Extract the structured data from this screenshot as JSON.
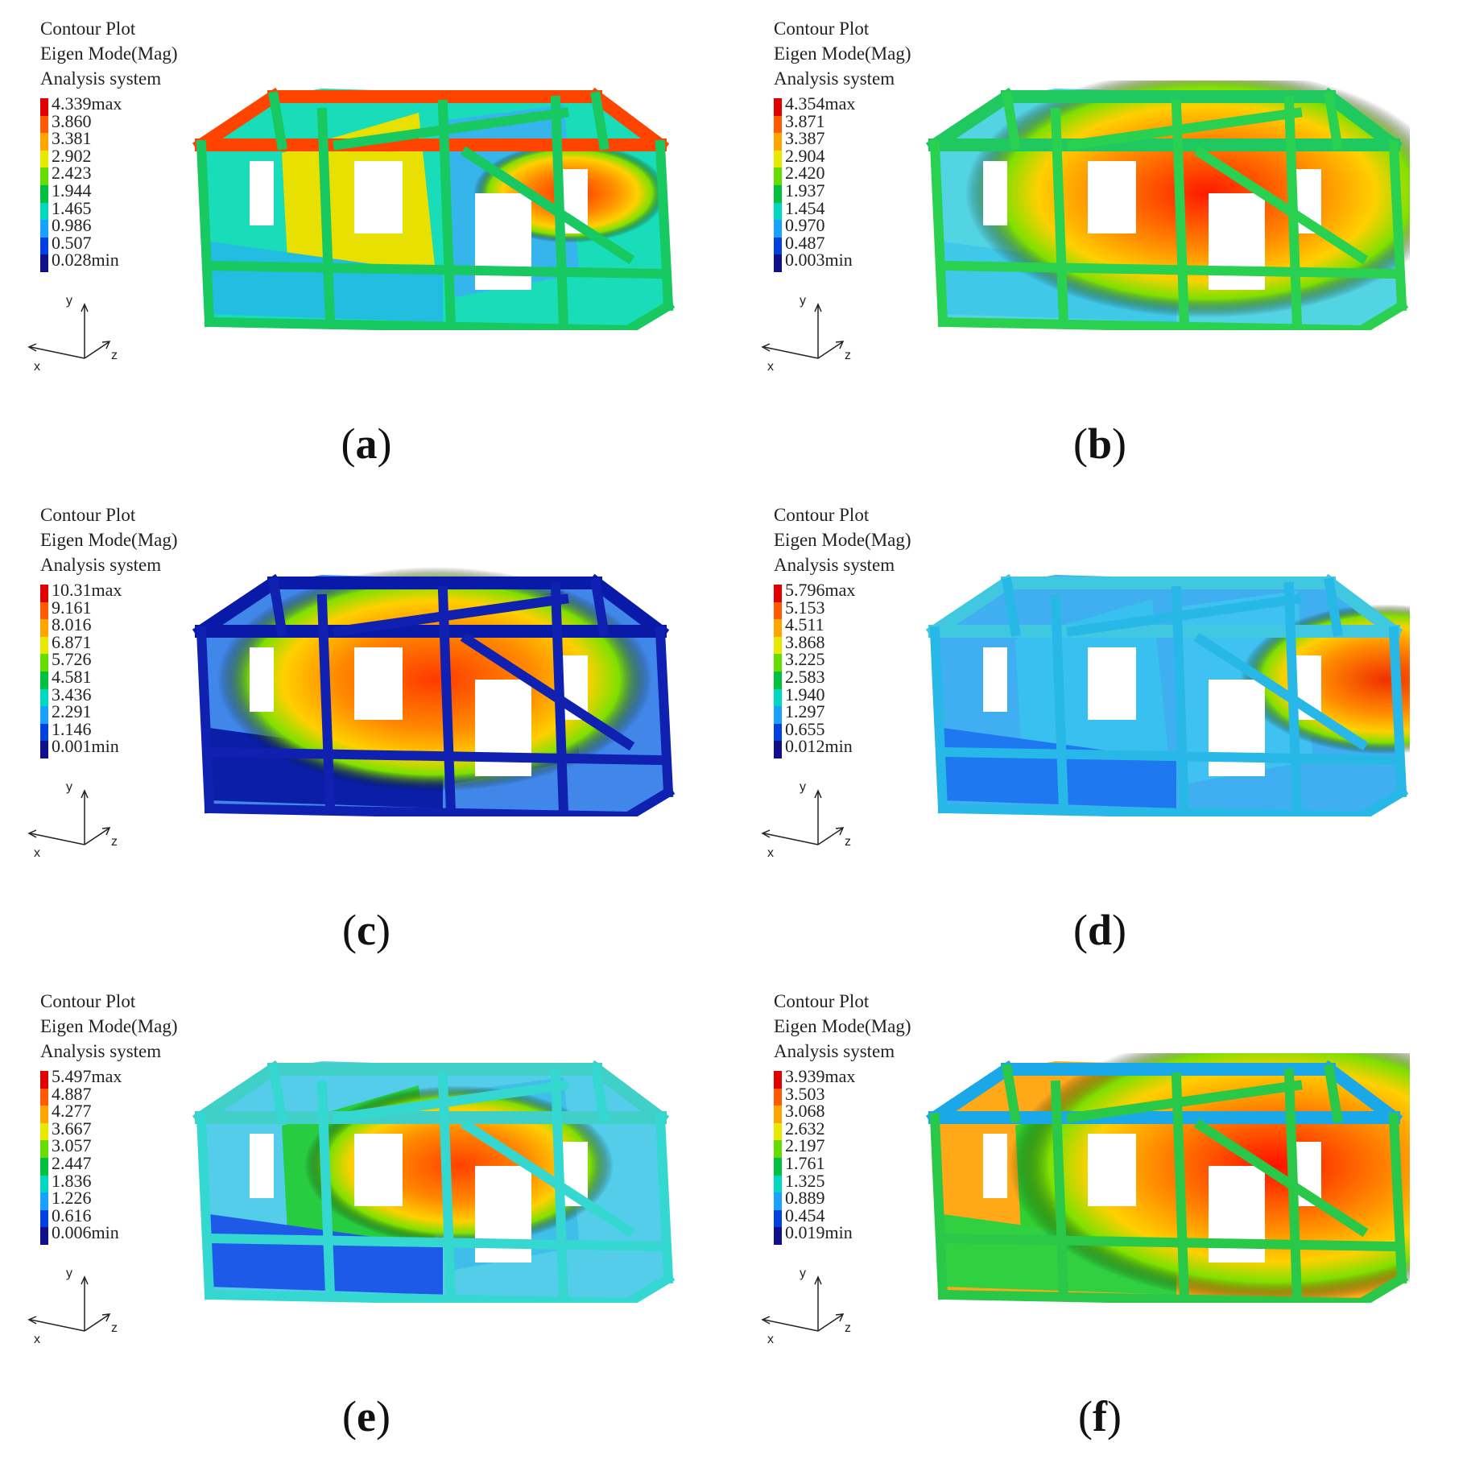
{
  "header": [
    "Contour Plot",
    "Eigen Mode(Mag)",
    "Analysis system"
  ],
  "panels": [
    {
      "caption": "a",
      "scale": [
        "4.339max",
        "3.860",
        "3.381",
        "2.902",
        "2.423",
        "1.944",
        "1.465",
        "0.986",
        "0.507",
        "0.028min"
      ],
      "scheme": "mixed-a"
    },
    {
      "caption": "b",
      "scale": [
        "4.354max",
        "3.871",
        "3.387",
        "2.904",
        "2.420",
        "1.937",
        "1.454",
        "0.970",
        "0.487",
        "0.003min"
      ],
      "scheme": "hot-center"
    },
    {
      "caption": "c",
      "scale": [
        "10.31max",
        "9.161",
        "8.016",
        "6.871",
        "5.726",
        "4.581",
        "3.436",
        "2.291",
        "1.146",
        "0.001min"
      ],
      "scheme": "blue-center"
    },
    {
      "caption": "d",
      "scale": [
        "5.796max",
        "5.153",
        "4.511",
        "3.868",
        "3.225",
        "2.583",
        "1.940",
        "1.297",
        "0.655",
        "0.012min"
      ],
      "scheme": "ends-hot"
    },
    {
      "caption": "e",
      "scale": [
        "5.497max",
        "4.887",
        "4.277",
        "3.667",
        "3.057",
        "2.447",
        "1.836",
        "1.226",
        "0.616",
        "0.006min"
      ],
      "scheme": "green-center"
    },
    {
      "caption": "f",
      "scale": [
        "3.939max",
        "3.503",
        "3.068",
        "2.632",
        "2.197",
        "1.761",
        "1.325",
        "0.889",
        "0.454",
        "0.019min"
      ],
      "scheme": "hot-right"
    }
  ],
  "axes": {
    "x": "x",
    "y": "y",
    "z": "z"
  },
  "colors": {
    "scale": [
      "#e00000",
      "#ff5a00",
      "#ffa500",
      "#e8e800",
      "#66dd00",
      "#00c040",
      "#00d8c0",
      "#1aa0ff",
      "#0040e0",
      "#10108a"
    ]
  }
}
